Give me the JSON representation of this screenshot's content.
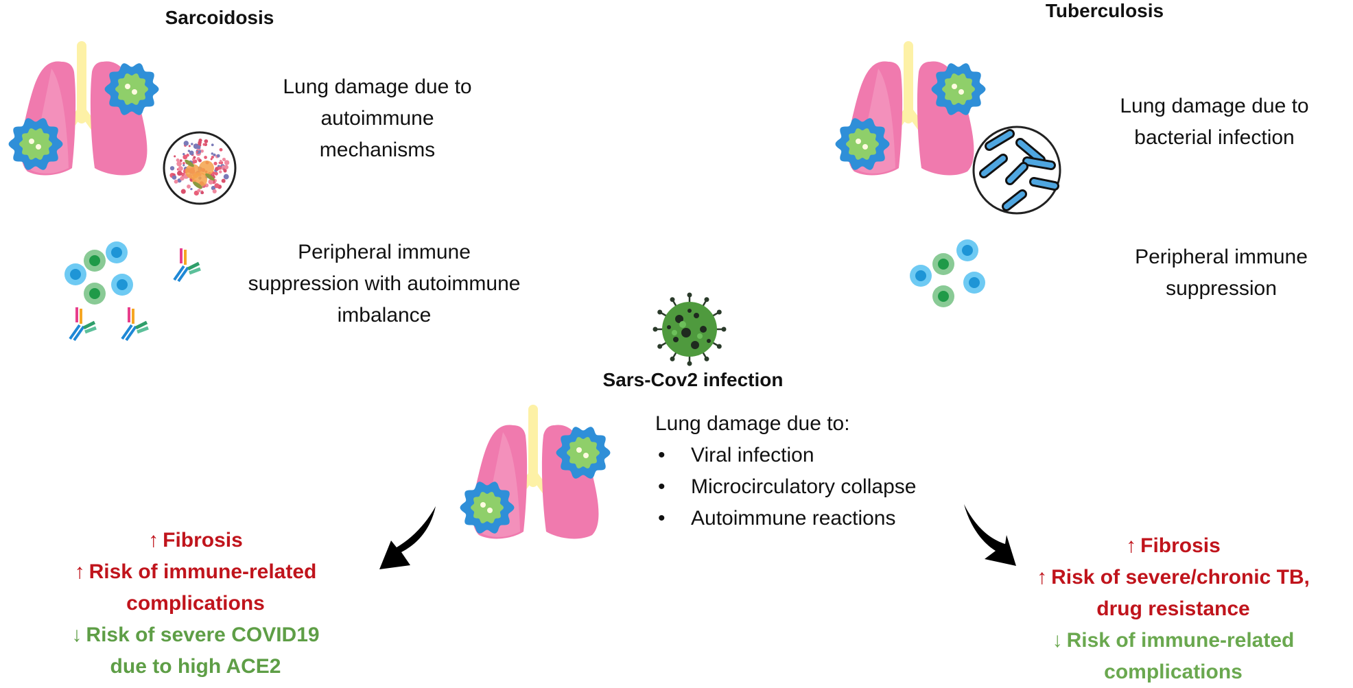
{
  "sarcoidosis": {
    "title": "Sarcoidosis",
    "lung_damage": [
      "Lung damage due to",
      "autoimmune",
      "mechanisms"
    ],
    "immune": [
      "Peripheral immune",
      "suppression with autoimmune",
      "imbalance"
    ],
    "inset_icon": "granuloma-tissue-icon"
  },
  "tuberculosis": {
    "title": "Tuberculosis",
    "lung_damage": [
      "Lung damage due to",
      "bacterial infection"
    ],
    "immune": [
      "Peripheral immune",
      "suppression"
    ],
    "inset_icon": "bacteria-rods-icon"
  },
  "covid": {
    "title": "Sars-Cov2 infection",
    "lung_damage_header": "Lung damage due to:",
    "causes": [
      "Viral infection",
      "Microcirculatory collapse",
      "Autoimmune reactions"
    ],
    "bullet": "•",
    "icon": "coronavirus-icon"
  },
  "outcomes_left": {
    "arrow_up": "↑",
    "arrow_down": "↓",
    "items": [
      {
        "dir": "up",
        "lines": [
          "Fibrosis"
        ]
      },
      {
        "dir": "up",
        "lines": [
          "Risk of immune-related",
          "complications"
        ]
      },
      {
        "dir": "down",
        "lines": [
          "Risk of severe COVID19",
          "due to high ACE2"
        ]
      }
    ]
  },
  "outcomes_right": {
    "arrow_up": "↑",
    "arrow_down": "↓",
    "items": [
      {
        "dir": "up",
        "lines": [
          "Fibrosis"
        ]
      },
      {
        "dir": "up",
        "lines": [
          "Risk of severe/chronic TB,",
          "drug resistance"
        ]
      },
      {
        "dir": "down",
        "lines": [
          "Risk of immune-related",
          "complications"
        ]
      }
    ]
  },
  "colors": {
    "increase": "#c0141c",
    "decrease": "#6aa84f",
    "lung": "#f07aae",
    "trachea": "#fdf1a6",
    "cell_blue": "#3aa7e0",
    "cell_green": "#5fb86e",
    "virus": "#4f9a3e"
  }
}
